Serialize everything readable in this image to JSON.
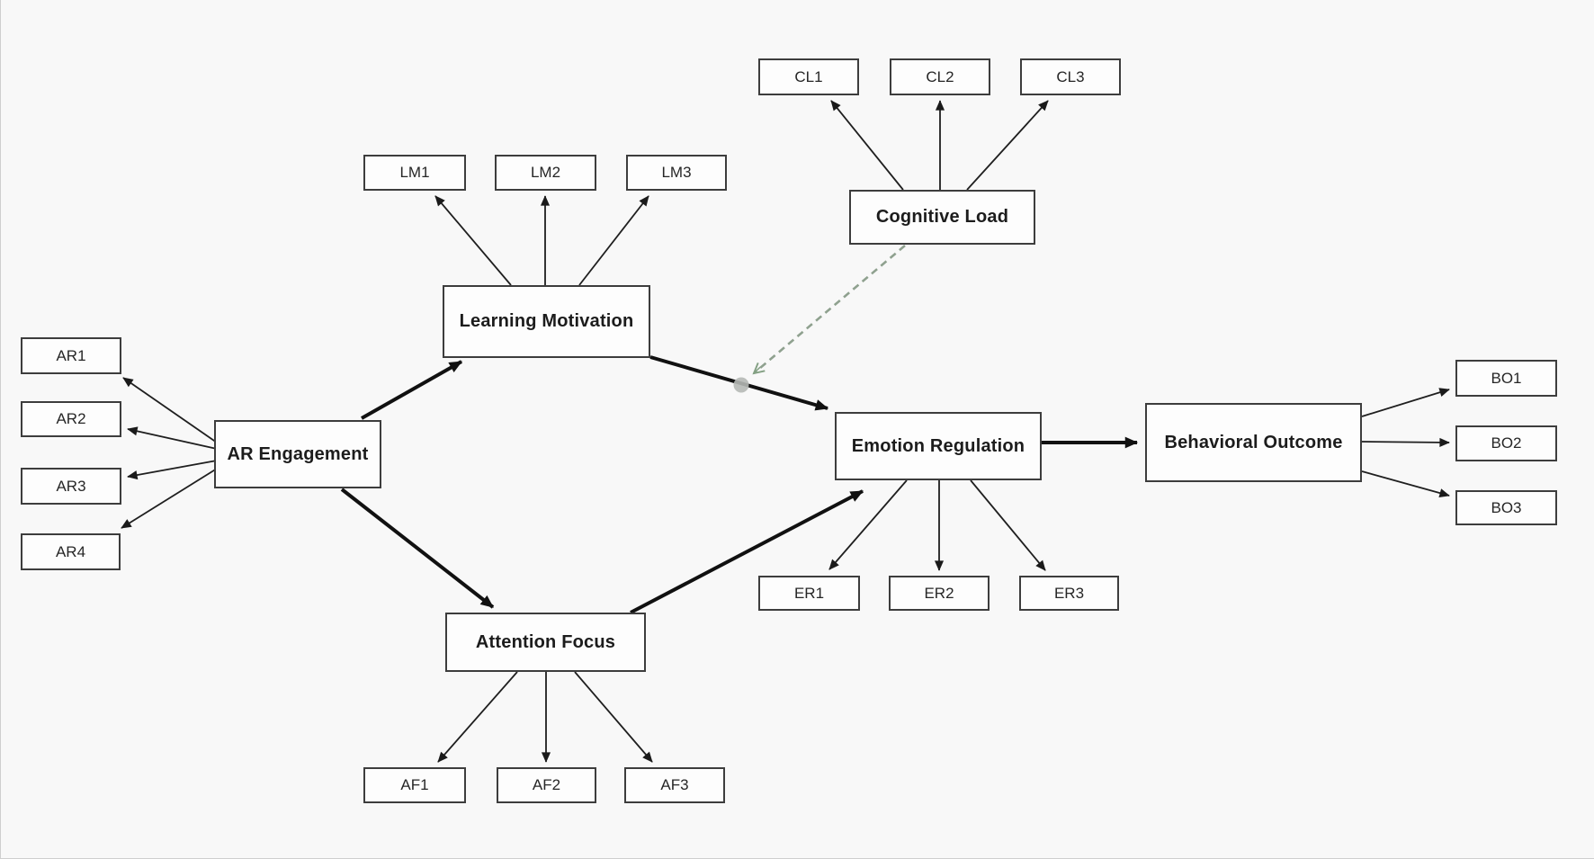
{
  "diagram": {
    "title": "SEM path diagram: AR Engagement model",
    "colors": {
      "background": "#f8f8f8",
      "node_fill": "#fdfdfd",
      "node_border": "#3d3d3d",
      "text": "#1c1c1c",
      "solid_arrow": "#1a1a1a",
      "dashed_arrow": "#8fa18f",
      "moderation_dot": "#b5b8b5"
    },
    "labels": {
      "ar_engagement": "AR Engagement",
      "learning_motivation": "Learning Motivation",
      "cognitive_load": "Cognitive Load",
      "emotion_regulation": "Emotion Regulation",
      "behavioral_outcome": "Behavioral Outcome",
      "attention_focus": "Attention Focus",
      "ar1": "AR1",
      "ar2": "AR2",
      "ar3": "AR3",
      "ar4": "AR4",
      "lm1": "LM1",
      "lm2": "LM2",
      "lm3": "LM3",
      "cl1": "CL1",
      "cl2": "CL2",
      "cl3": "CL3",
      "er1": "ER1",
      "er2": "ER2",
      "er3": "ER3",
      "bo1": "BO1",
      "bo2": "BO2",
      "bo3": "BO3",
      "af1": "AF1",
      "af2": "AF2",
      "af3": "AF3"
    },
    "structural_edges": [
      {
        "from": "AR Engagement",
        "to": "Learning Motivation",
        "style": "thick-solid"
      },
      {
        "from": "AR Engagement",
        "to": "Attention Focus",
        "style": "thick-solid"
      },
      {
        "from": "Learning Motivation",
        "to": "Emotion Regulation",
        "style": "thick-solid"
      },
      {
        "from": "Attention Focus",
        "to": "Emotion Regulation",
        "style": "thick-solid"
      },
      {
        "from": "Emotion Regulation",
        "to": "Behavioral Outcome",
        "style": "thick-solid"
      }
    ],
    "moderation_edge": {
      "from": "Cognitive Load",
      "to": "path Learning Motivation → Emotion Regulation",
      "style": "dashed",
      "marker": "gray dot on moderated path"
    },
    "measurement_edges": [
      {
        "from": "AR Engagement",
        "to": [
          "AR1",
          "AR2",
          "AR3",
          "AR4"
        ]
      },
      {
        "from": "Learning Motivation",
        "to": [
          "LM1",
          "LM2",
          "LM3"
        ]
      },
      {
        "from": "Cognitive Load",
        "to": [
          "CL1",
          "CL2",
          "CL3"
        ]
      },
      {
        "from": "Emotion Regulation",
        "to": [
          "ER1",
          "ER2",
          "ER3"
        ]
      },
      {
        "from": "Behavioral Outcome",
        "to": [
          "BO1",
          "BO2",
          "BO3"
        ]
      },
      {
        "from": "Attention Focus",
        "to": [
          "AF1",
          "AF2",
          "AF3"
        ]
      }
    ]
  }
}
